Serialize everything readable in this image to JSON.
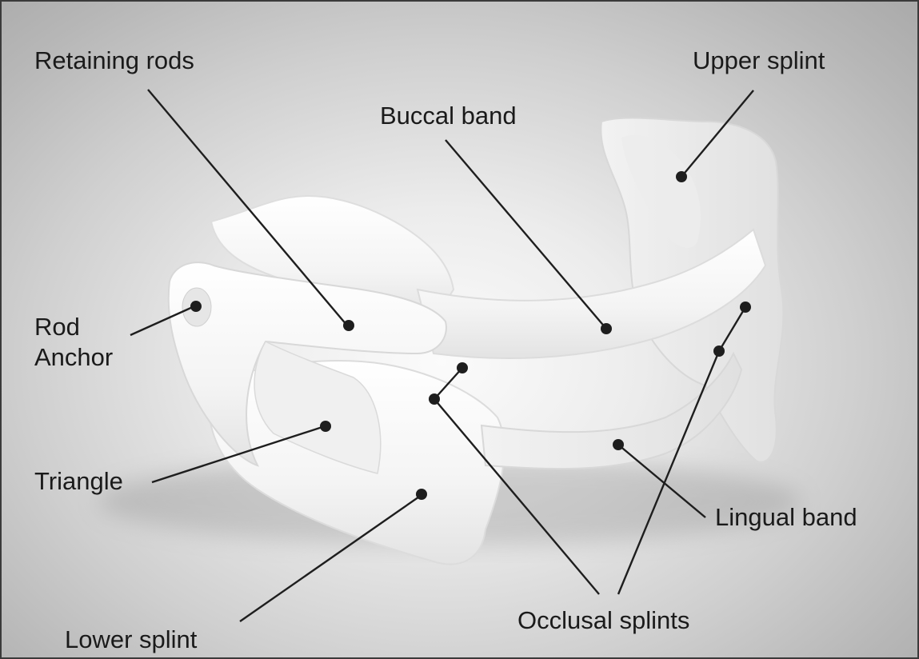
{
  "figure": {
    "labels": {
      "retaining_rods": "Retaining rods",
      "upper_splint": "Upper splint",
      "buccal_band": "Buccal band",
      "rod_anchor_line1": "Rod",
      "rod_anchor_line2": "Anchor",
      "triangle": "Triangle",
      "lingual_band": "Lingual band",
      "occlusal_splints": "Occlusal splints",
      "lower_splint": "Lower splint"
    },
    "colors": {
      "appliance": "#f7f7f7",
      "leader_line": "#1e1e1e",
      "border": "#3a3a3a",
      "background": "#c8c8c8"
    }
  }
}
